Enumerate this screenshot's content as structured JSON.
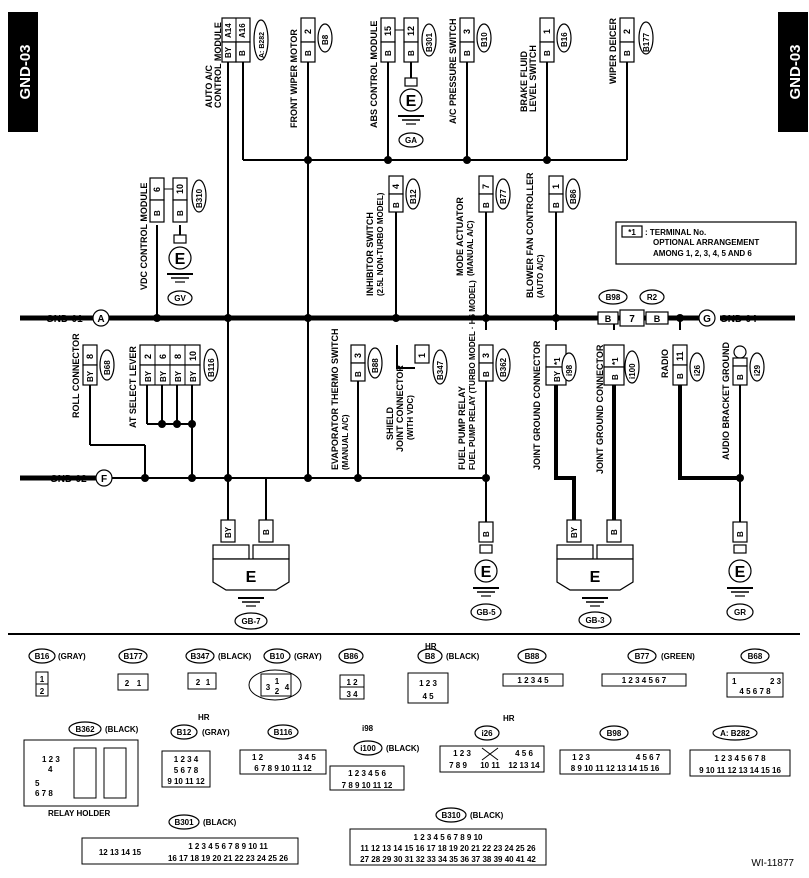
{
  "page_code": "GND-03",
  "figure_id": "WI-11877",
  "buses": {
    "gnd01": "GND-01",
    "gnd02": "GND-02",
    "gnd04": "GND-04",
    "a": "A",
    "f": "F",
    "g": "G"
  },
  "components": [
    {
      "name": "AUTO A/C CONTROL MODULE",
      "conn": "A: B282",
      "pins": [
        "A14",
        "A16"
      ],
      "wires": [
        "BY",
        "B"
      ]
    },
    {
      "name": "FRONT WIPER MOTOR",
      "conn": "B8",
      "pins": [
        "2"
      ],
      "wires": [
        "B"
      ]
    },
    {
      "name": "ABS CONTROL MODULE",
      "conn": "B301",
      "pins": [
        "15",
        "12"
      ],
      "wires": [
        "B",
        "B"
      ]
    },
    {
      "name": "A/C PRESSURE SWITCH",
      "conn": "B10",
      "pins": [
        "3"
      ],
      "wires": [
        "B"
      ]
    },
    {
      "name": "BRAKE FLUID LEVEL SWITCH",
      "conn": "B16",
      "pins": [
        "1"
      ],
      "wires": [
        "B"
      ]
    },
    {
      "name": "WIPER DEICER",
      "conn": "B177",
      "pins": [
        "2"
      ],
      "wires": [
        "B"
      ]
    },
    {
      "name": "VDC CONTROL MODULE",
      "conn": "B310",
      "pins": [
        "6",
        "10"
      ],
      "wires": [
        "B",
        "B"
      ]
    },
    {
      "name": "INHIBITOR SWITCH (2.5L NON-TURBO MODEL)",
      "conn": "B12",
      "pins": [
        "4"
      ],
      "wires": [
        "B"
      ]
    },
    {
      "name": "MODE ACTUATOR (MANUAL A/C)",
      "conn": "B77",
      "pins": [
        "7"
      ],
      "wires": [
        "B"
      ]
    },
    {
      "name": "BLOWER FAN CONTROLLER (AUTO A/C)",
      "conn": "B86",
      "pins": [
        "1"
      ],
      "wires": [
        "B"
      ]
    },
    {
      "name": "ROLL CONNECTOR",
      "conn": "B68",
      "pins": [
        "8"
      ],
      "wires": [
        "BY"
      ]
    },
    {
      "name": "AT SELECT LEVER",
      "conn": "B116",
      "pins": [
        "2",
        "6",
        "8",
        "10"
      ],
      "wires": [
        "BY",
        "BY",
        "BY",
        "BY"
      ]
    },
    {
      "name": "EVAPORATOR THERMO SWITCH (MANUAL A/C)",
      "conn": "B88",
      "pins": [
        "3"
      ],
      "wires": [
        "B"
      ]
    },
    {
      "name": "SHIELD JOINT CONNECTOR (WITH VDC)",
      "conn": "B347",
      "pins": [
        "1"
      ],
      "wires": []
    },
    {
      "name": "FUEL PUMP RELAY (TURBO MODEL · H6 MODEL)",
      "conn": "B362",
      "pins": [
        "3"
      ],
      "wires": [
        "B"
      ]
    },
    {
      "name": "JOINT GROUND CONNECTOR",
      "conn": "i98",
      "pins": [
        "*1"
      ],
      "wires": [
        "BY"
      ]
    },
    {
      "name": "JOINT GROUND CONNECTOR",
      "conn": "i100",
      "pins": [
        "*1"
      ],
      "wires": [
        "B"
      ]
    },
    {
      "name": "RADIO",
      "conn": "i26",
      "pins": [
        "11"
      ],
      "wires": [
        "B"
      ]
    },
    {
      "name": "AUDIO BRACKET GROUND",
      "conn": "i29",
      "pins": [
        ""
      ],
      "wires": [
        "B"
      ]
    }
  ],
  "grounds": {
    "ga": "GA",
    "gv": "GV",
    "gb7": "GB-7",
    "gb5": "GB-5",
    "gb3": "GB-3",
    "gr": "GR",
    "e": "E"
  },
  "b98_r2": {
    "conn": "B98",
    "code": "R2",
    "pin": "7",
    "wires": [
      "B",
      "B"
    ]
  },
  "note": {
    "tag": "*1",
    "line1": ": TERMINAL No.",
    "line2": "OPTIONAL ARRANGEMENT",
    "line3": "AMONG 1, 2, 3, 4, 5 AND 6"
  },
  "connectors": [
    {
      "id": "B16",
      "color": "(GRAY)"
    },
    {
      "id": "B177",
      "color": ""
    },
    {
      "id": "B347",
      "color": "(BLACK)"
    },
    {
      "id": "B10",
      "color": "(GRAY)"
    },
    {
      "id": "B86",
      "color": ""
    },
    {
      "id": "B8",
      "color": "(BLACK)",
      "hr": "HR"
    },
    {
      "id": "B88",
      "color": ""
    },
    {
      "id": "B77",
      "color": "(GREEN)"
    },
    {
      "id": "B68",
      "color": ""
    },
    {
      "id": "B362",
      "color": "(BLACK)"
    },
    {
      "id": "B12",
      "color": "(GRAY)",
      "hr": "HR"
    },
    {
      "id": "B116",
      "color": ""
    },
    {
      "id": "i98",
      "color": ""
    },
    {
      "id": "i100",
      "color": "(BLACK)"
    },
    {
      "id": "i26",
      "color": "",
      "hr": "HR"
    },
    {
      "id": "B98",
      "color": ""
    },
    {
      "id": "A: B282",
      "color": ""
    },
    {
      "id": "B301",
      "color": "(BLACK)"
    },
    {
      "id": "B310",
      "color": "(BLACK)"
    }
  ],
  "relay_holder": "RELAY HOLDER"
}
